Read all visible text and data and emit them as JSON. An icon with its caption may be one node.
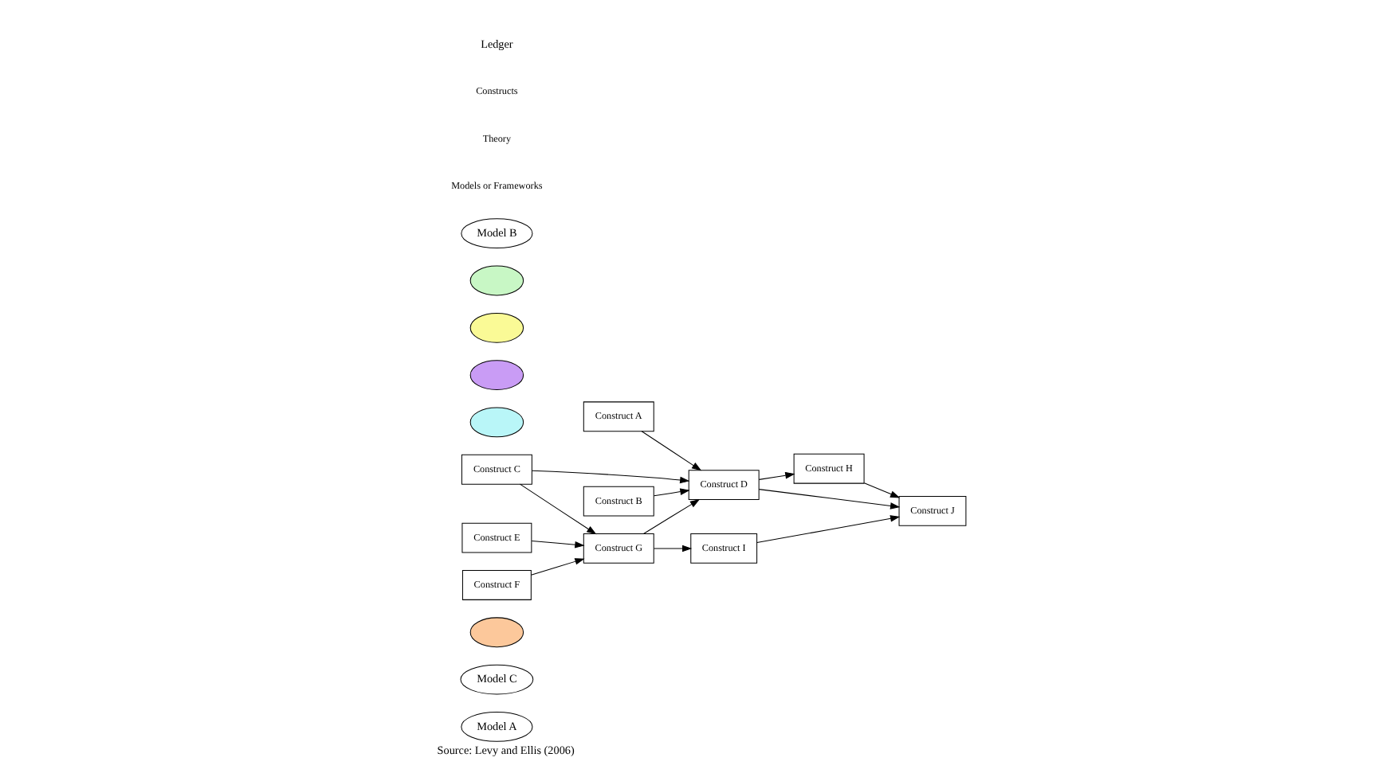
{
  "diagram": {
    "caption": "Source: Levy and Ellis (2006)",
    "nodes": [
      {
        "text": [
          "Model A"
        ]
      },
      {
        "text": [
          "Model C"
        ]
      },
      {
        "text": [],
        "shape": "cloud"
      },
      {
        "text": [
          "Construct A"
        ]
      },
      {
        "text": [
          "Construct B"
        ]
      },
      {
        "text": [],
        "shape": "cloud"
      },
      {
        "text": [
          "Construct D"
        ]
      },
      {
        "text": [],
        "shape": "cloud"
      },
      {
        "text": [
          "Construct C"
        ]
      },
      {
        "text": [
          "Construct H"
        ]
      },
      {
        "text": [
          "Construct I"
        ]
      },
      {
        "text": [
          "Construct J"
        ]
      },
      {
        "text": [],
        "shape": "cloud"
      },
      {
        "text": [
          "Construct E"
        ]
      },
      {
        "text": [
          "Construct G"
        ]
      },
      {
        "text": [],
        "shape": "cloud"
      },
      {
        "text": [
          "Construct F"
        ]
      },
      {
        "text": [
          "Model B"
        ]
      }
    ],
    "edges": [
      {
        "from": 3,
        "to": 6,
        "arrow": "to"
      },
      {
        "from": 4,
        "to": 6,
        "arrow": "to"
      },
      {
        "from": 8,
        "to": 6,
        "arrow": "to"
      },
      {
        "from": 8,
        "to": 14,
        "arrow": "to"
      },
      {
        "from": 13,
        "to": 14,
        "arrow": "to"
      },
      {
        "from": 16,
        "to": 14,
        "arrow": "to"
      },
      {
        "from": 14,
        "to": 6,
        "arrow": "to"
      },
      {
        "from": 14,
        "to": 10,
        "arrow": "to"
      },
      {
        "from": 6,
        "to": 9,
        "arrow": "to"
      },
      {
        "from": 6,
        "to": 11,
        "arrow": "to"
      },
      {
        "from": 9,
        "to": 11,
        "arrow": "to"
      },
      {
        "from": 10,
        "to": 11,
        "arrow": "to"
      }
    ],
    "labels": [
      "Ledger"
    ],
    "legend": [
      {
        "text": "Constructs"
      },
      {
        "text": "Theory"
      },
      {
        "text": "Models or Frameworks"
      }
    ]
  }
}
